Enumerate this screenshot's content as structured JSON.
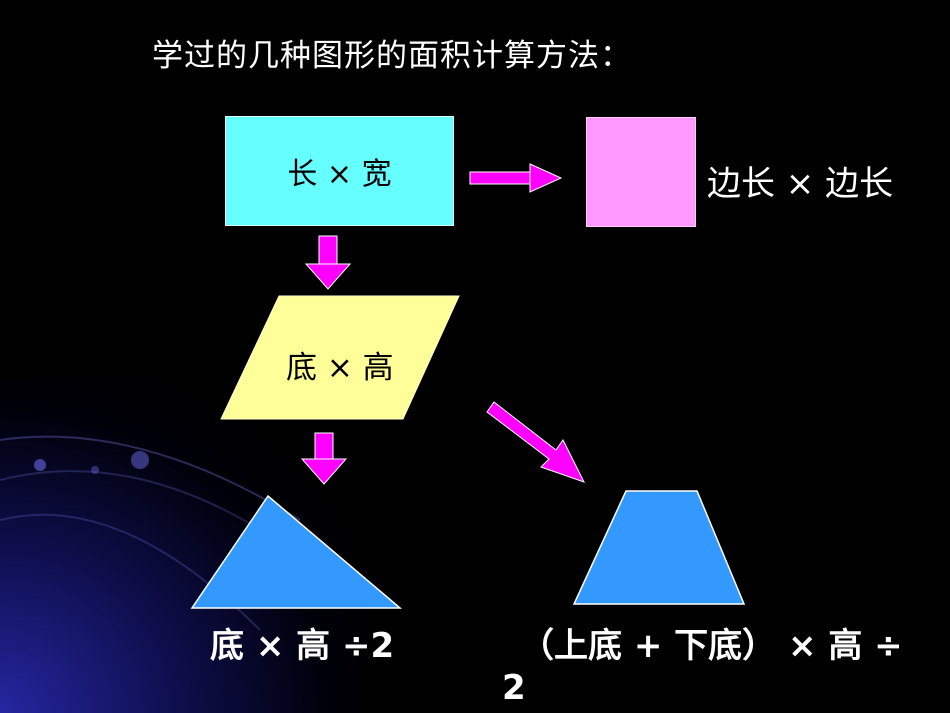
{
  "title": "学过的几种图形的面积计算方法：",
  "rectangle": {
    "formula": "长 × 宽"
  },
  "square": {
    "formula": "边长 × 边长"
  },
  "parallelogram": {
    "formula": "底 × 高"
  },
  "triangle": {
    "formula": "底 × 高 ÷2"
  },
  "trapezoid": {
    "formula_line1": "（上底 + 下底） × 高 ÷",
    "formula_line2": "2"
  },
  "colors": {
    "background": "#000000",
    "rectangle": "#66ffff",
    "square": "#ff99ff",
    "parallelogram": "#ffff99",
    "triangle": "#3399ff",
    "trapezoid": "#3399ff",
    "arrow": "#ff00ff"
  }
}
